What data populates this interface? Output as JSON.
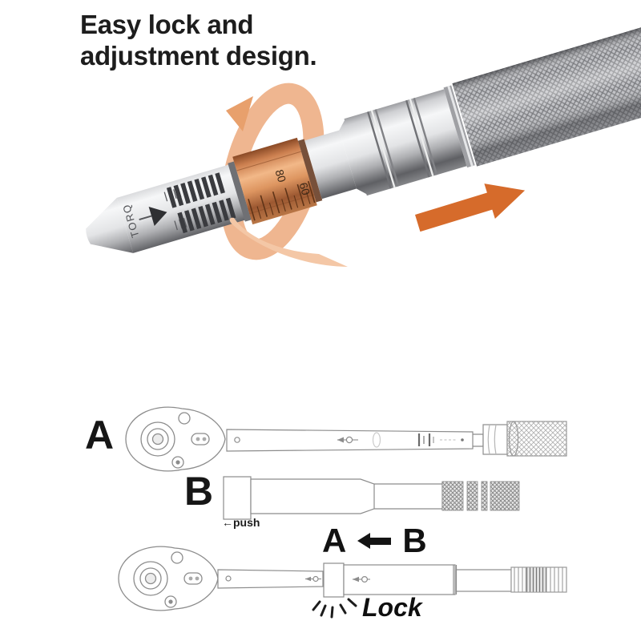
{
  "header": {
    "title": "Easy lock and adjustment design."
  },
  "photo": {
    "barrel_text": "TORQ",
    "scale_numbers": [
      "80",
      "60"
    ],
    "colors": {
      "slide_arrow": "#d66b2b",
      "rotation_arrow_back": "#efb690",
      "rotation_arrow_front": "#f4c7a6",
      "rotation_arrowhead": "#e8a06c"
    }
  },
  "diagrams": {
    "a": {
      "label": "A"
    },
    "b": {
      "label": "B",
      "push_label": "←push"
    },
    "assembly": {
      "label_a": "A",
      "label_b": "B",
      "lock_label": "Lock"
    }
  },
  "icons": {
    "relation_arrow": "left-arrow",
    "rotation_arrow": "rotate-collar",
    "slide_arrow": "slide-handle-right"
  }
}
